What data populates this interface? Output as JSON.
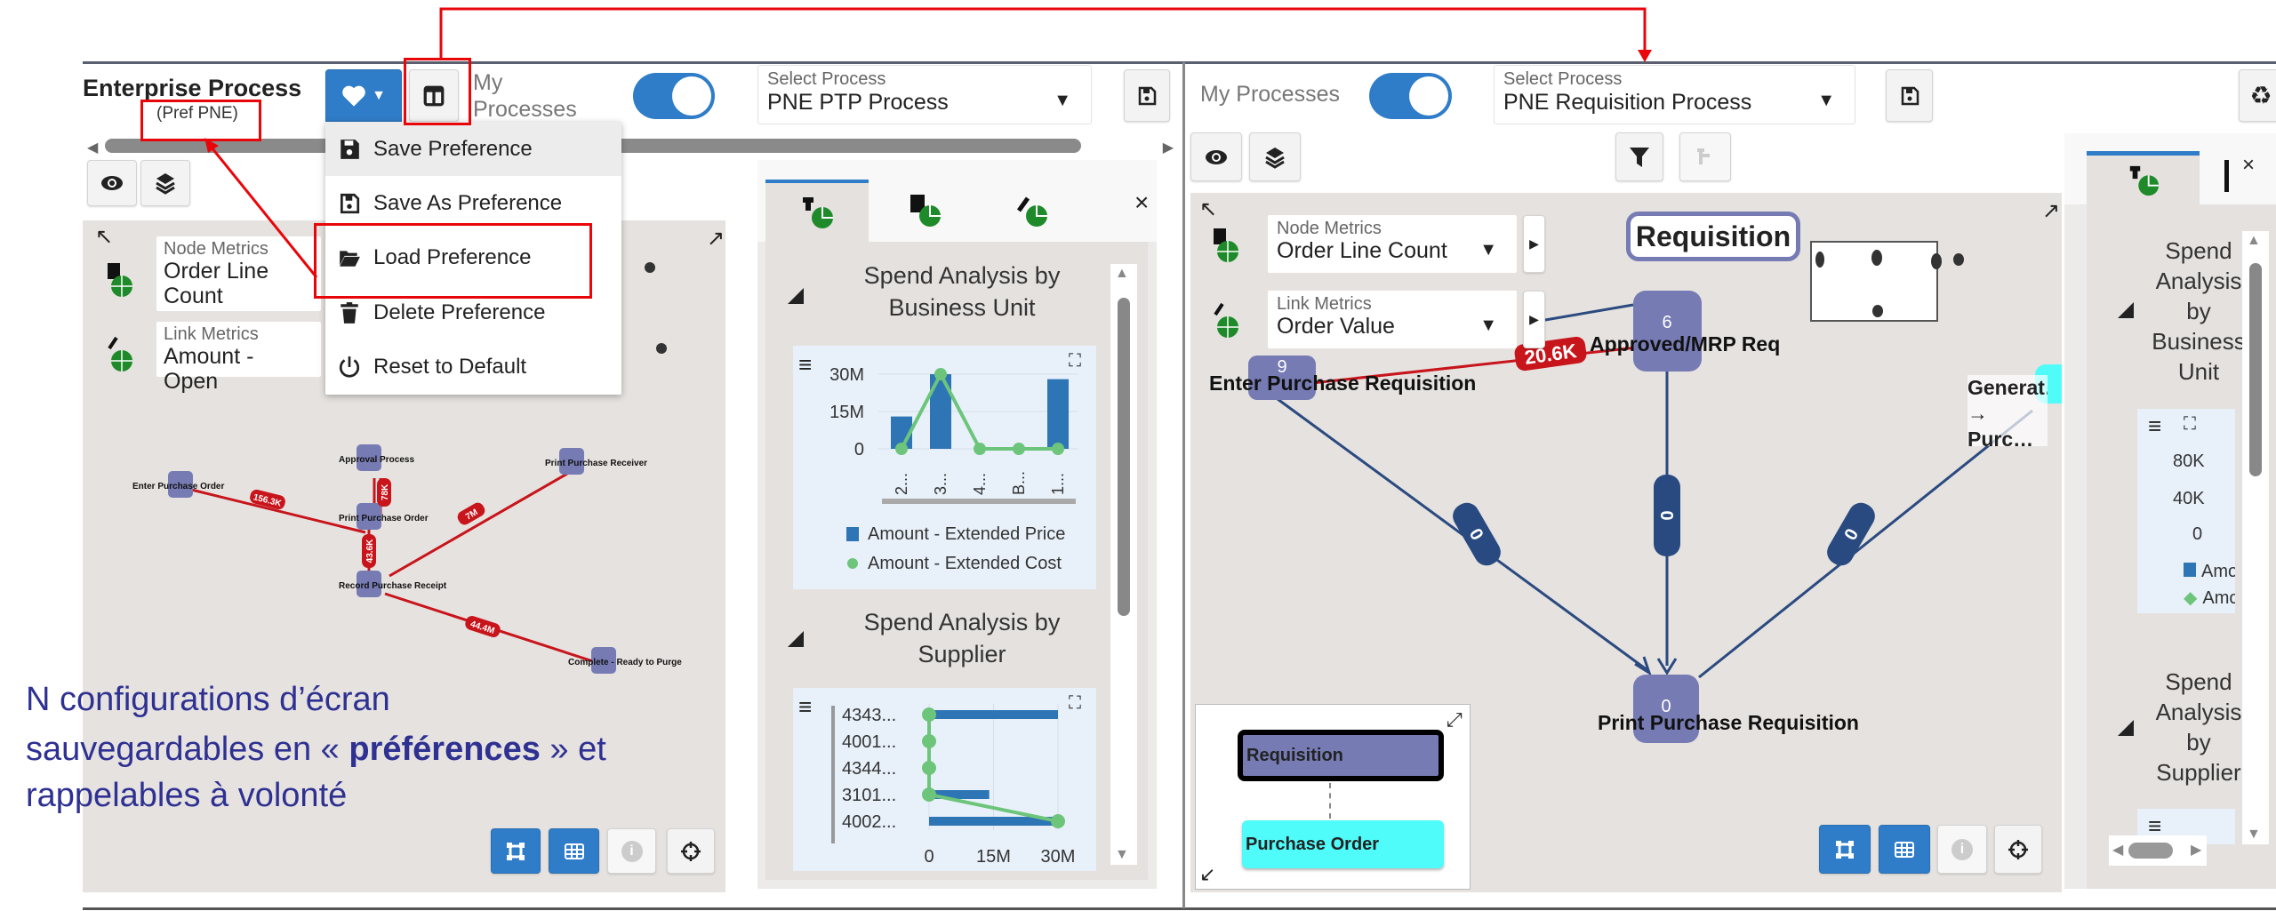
{
  "left": {
    "title": "Enterprise Process",
    "pref_badge": "(Pref PNE)",
    "my_processes_label": "My Processes",
    "my_processes_on": true,
    "select_process": {
      "label": "Select Process",
      "value": "PNE PTP Process"
    },
    "menu": [
      {
        "label": "Save Preference",
        "icon": "save-icon"
      },
      {
        "label": "Save As Preference",
        "icon": "save-as-icon"
      },
      {
        "label": "Load Preference",
        "icon": "folder-open-icon"
      },
      {
        "label": "Delete Preference",
        "icon": "trash-icon"
      },
      {
        "label": "Reset to Default",
        "icon": "power-icon"
      }
    ],
    "node_metrics": {
      "label": "Node Metrics",
      "value": "Order Line Count"
    },
    "link_metrics": {
      "label": "Link Metrics",
      "value": "Amount - Open"
    },
    "graph": {
      "nodes": [
        "Enter Purchase Order",
        "Approval Process",
        "Print Purchase Receiver",
        "Print Purchase Order",
        "Record Purchase Receipt",
        "Complete - Ready to Purge"
      ],
      "edges": [
        "156.3K",
        "78K",
        "43.6K",
        "7M",
        "44.4M"
      ]
    },
    "side_panel": {
      "section1": {
        "title": "Spend Analysis by Business Unit",
        "chart": {
          "type": "bar",
          "categories": [
            "2...",
            "3...",
            "4...",
            "B...",
            "1..."
          ],
          "yticks": [
            "30M",
            "15M",
            "0"
          ],
          "ylim": [
            0,
            30
          ],
          "series": [
            {
              "name": "Amount - Extended Price",
              "kind": "bar",
              "values": [
                13,
                30,
                0,
                0,
                28
              ]
            },
            {
              "name": "Amount - Extended Cost",
              "kind": "line",
              "values": [
                0,
                30,
                0,
                0,
                0
              ]
            }
          ]
        }
      },
      "section2": {
        "title": "Spend Analysis by Supplier",
        "chart": {
          "type": "bar",
          "orientation": "horizontal",
          "categories": [
            "4343...",
            "4001...",
            "4344...",
            "3101...",
            "4002..."
          ],
          "xticks": [
            "0",
            "15M",
            "30M"
          ],
          "xlim": [
            0,
            30
          ],
          "series": [
            {
              "name": "Amount - Extended Price",
              "kind": "bar",
              "values": [
                30,
                0,
                0,
                14,
                30
              ]
            },
            {
              "name": "Amount - Extended Cost",
              "kind": "line",
              "values": [
                0,
                0,
                0,
                0,
                30
              ]
            }
          ]
        }
      }
    }
  },
  "right": {
    "my_processes_label": "My Processes",
    "select_process": {
      "label": "Select Process",
      "value": "PNE Requisition Process"
    },
    "node_metrics": {
      "label": "Node Metrics",
      "value": "Order Line Count"
    },
    "link_metrics": {
      "label": "Link Metrics",
      "value": "Order Value"
    },
    "group_label": "Requisition",
    "graph": {
      "nodes": [
        {
          "label": "Enter Purchase Requisition",
          "count": "9"
        },
        {
          "label": "Approved/MRP Req",
          "count": "6"
        },
        {
          "label": "Print Purchase Requisition",
          "count": "0"
        },
        {
          "label": "Generat… → Purc…",
          "count": ""
        }
      ],
      "edges": [
        "20.6K",
        "0",
        "0",
        "0"
      ]
    },
    "legend": [
      "Requisition",
      "Purchase Order"
    ],
    "side_panel": {
      "section1_title": "Spend Analysis by Business Unit",
      "yticks": [
        "80K",
        "40K",
        "0"
      ],
      "legend": [
        "Amount - Extended Price",
        "Amount - Extended Cost"
      ],
      "section2_title": "Spend Analysis by Supplier"
    }
  },
  "annotation": {
    "line1": "N configurations d’écran",
    "line2_pre": "sauvegardables en « ",
    "line2_bold": "préférences",
    "line2_post": " » et",
    "line3": "rappelables à volonté"
  },
  "colors": {
    "accent": "#2f7dc8",
    "node": "#767bb4",
    "link_red": "#c8141b",
    "link_blue": "#2a4a80",
    "annot": "#2e3192",
    "cyan": "#4ffcf9"
  }
}
